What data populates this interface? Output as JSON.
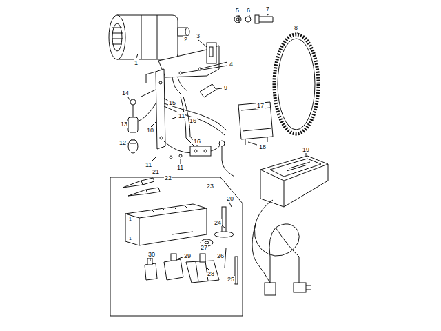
{
  "diagram": {
    "labels": [
      "1",
      "2",
      "3",
      "4",
      "5",
      "6",
      "7",
      "8",
      "9",
      "10",
      "11",
      "11",
      "11",
      "12",
      "13",
      "14",
      "15",
      "16",
      "16",
      "17",
      "18",
      "19",
      "20",
      "21",
      "22",
      "23",
      "24",
      "25",
      "26",
      "27",
      "28",
      "29",
      "30",
      "1",
      "1"
    ]
  }
}
